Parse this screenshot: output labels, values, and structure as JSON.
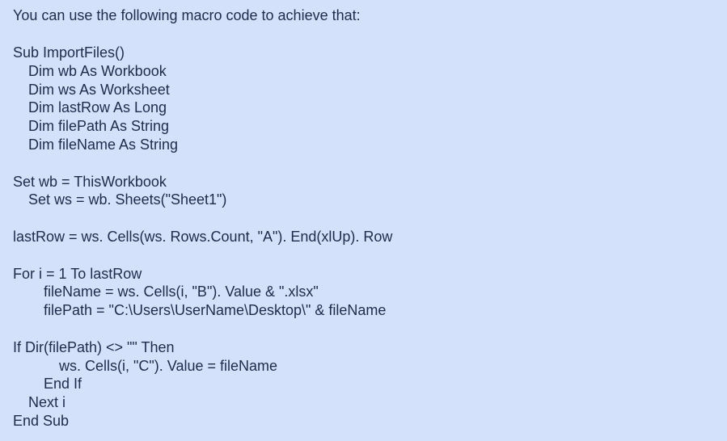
{
  "message": {
    "intro": "You can use the following macro code to achieve that:",
    "code_lines": [
      {
        "indent": 0,
        "text": "Sub ImportFiles()"
      },
      {
        "indent": 1,
        "text": "Dim wb As Workbook"
      },
      {
        "indent": 1,
        "text": "Dim ws As Worksheet"
      },
      {
        "indent": 1,
        "text": "Dim lastRow As Long"
      },
      {
        "indent": 1,
        "text": "Dim filePath As String"
      },
      {
        "indent": 1,
        "text": "Dim fileName As String"
      },
      {
        "indent": 0,
        "text": ""
      },
      {
        "indent": 0,
        "text": "Set wb = ThisWorkbook"
      },
      {
        "indent": 1,
        "text": "Set ws = wb. Sheets(\"Sheet1\")"
      },
      {
        "indent": 0,
        "text": ""
      },
      {
        "indent": 0,
        "text": "lastRow = ws. Cells(ws. Rows.Count, \"A\"). End(xlUp). Row"
      },
      {
        "indent": 0,
        "text": ""
      },
      {
        "indent": 0,
        "text": "For i = 1 To lastRow"
      },
      {
        "indent": 2,
        "text": "fileName = ws. Cells(i, \"B\"). Value & \".xlsx\""
      },
      {
        "indent": 2,
        "text": "filePath = \"C:\\Users\\UserName\\Desktop\\\" & fileName"
      },
      {
        "indent": 0,
        "text": ""
      },
      {
        "indent": 0,
        "text": "If Dir(filePath) <> \"\" Then"
      },
      {
        "indent": 3,
        "text": "ws. Cells(i, \"C\"). Value = fileName"
      },
      {
        "indent": 2,
        "text": "End If"
      },
      {
        "indent": 1,
        "text": "Next i"
      },
      {
        "indent": 0,
        "text": "End Sub"
      }
    ]
  }
}
